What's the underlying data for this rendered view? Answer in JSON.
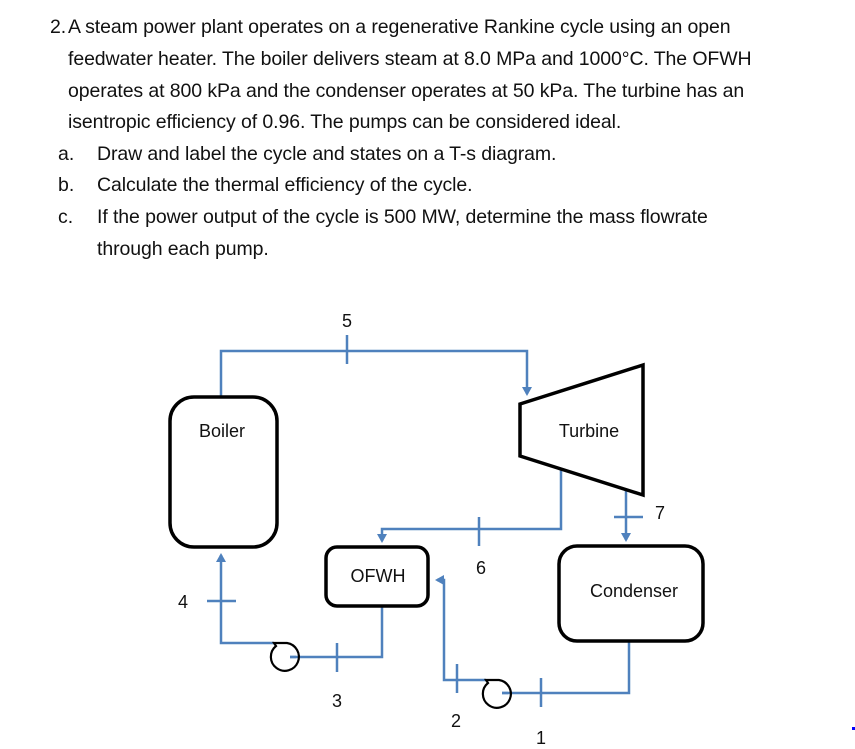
{
  "problem": {
    "number": "2.",
    "statement_lines": [
      "A steam power plant operates on a regenerative Rankine cycle using an open",
      "feedwater heater.  The boiler delivers steam at 8.0 MPa and 1000°C.  The OFWH",
      "operates at 800 kPa and the condenser operates at 50 kPa.   The turbine has an",
      "isentropic efficiency of 0.96.   The pumps can be considered ideal."
    ],
    "parts": [
      {
        "marker": "a.",
        "lines": [
          "Draw and label the cycle and states on a T-s diagram."
        ]
      },
      {
        "marker": "b.",
        "lines": [
          "Calculate the thermal efficiency of the cycle."
        ]
      },
      {
        "marker": "c.",
        "lines": [
          "If the power output of the cycle is 500 MW, determine the mass flowrate",
          "through each pump."
        ]
      }
    ]
  },
  "diagram": {
    "components": {
      "boiler": "Boiler",
      "turbine": "Turbine",
      "ofwh": "OFWH",
      "condenser": "Condenser"
    },
    "states": {
      "s1": "1",
      "s2": "2",
      "s3": "3",
      "s4": "4",
      "s5": "5",
      "s6": "6",
      "s7": "7"
    },
    "colors": {
      "pipe": "#4F81BD",
      "outline": "#000000",
      "stray_dot": "#0000ff"
    }
  }
}
